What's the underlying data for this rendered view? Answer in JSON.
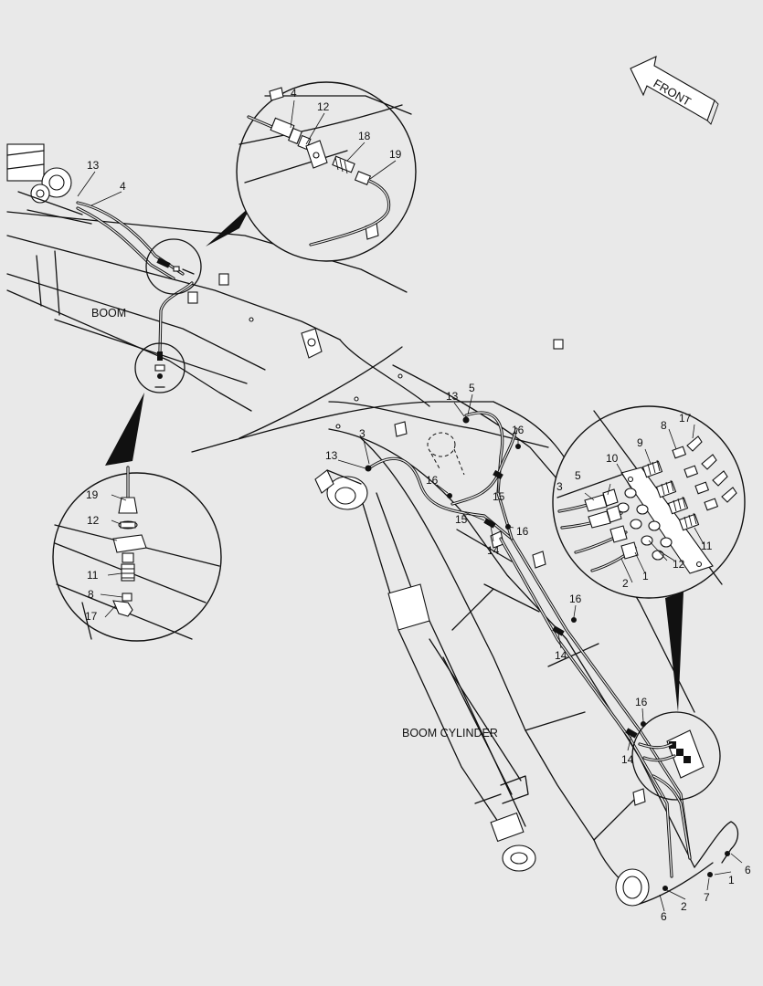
{
  "labels": {
    "front": "FRONT",
    "boom": "BOOM",
    "boom_cylinder": "BOOM CYLINDER"
  },
  "callouts": {
    "top_inset": [
      "4",
      "12",
      "18",
      "19"
    ],
    "left_inset": [
      "19",
      "12",
      "11",
      "8",
      "17"
    ],
    "right_inset": [
      "17",
      "8",
      "9",
      "10",
      "3",
      "5",
      "11",
      "12",
      "2",
      "1"
    ],
    "main": [
      "13",
      "4",
      "13",
      "5",
      "16",
      "3",
      "13",
      "16",
      "15",
      "15",
      "16",
      "14",
      "16",
      "14",
      "16",
      "14",
      "6",
      "1",
      "7",
      "2",
      "6"
    ]
  }
}
